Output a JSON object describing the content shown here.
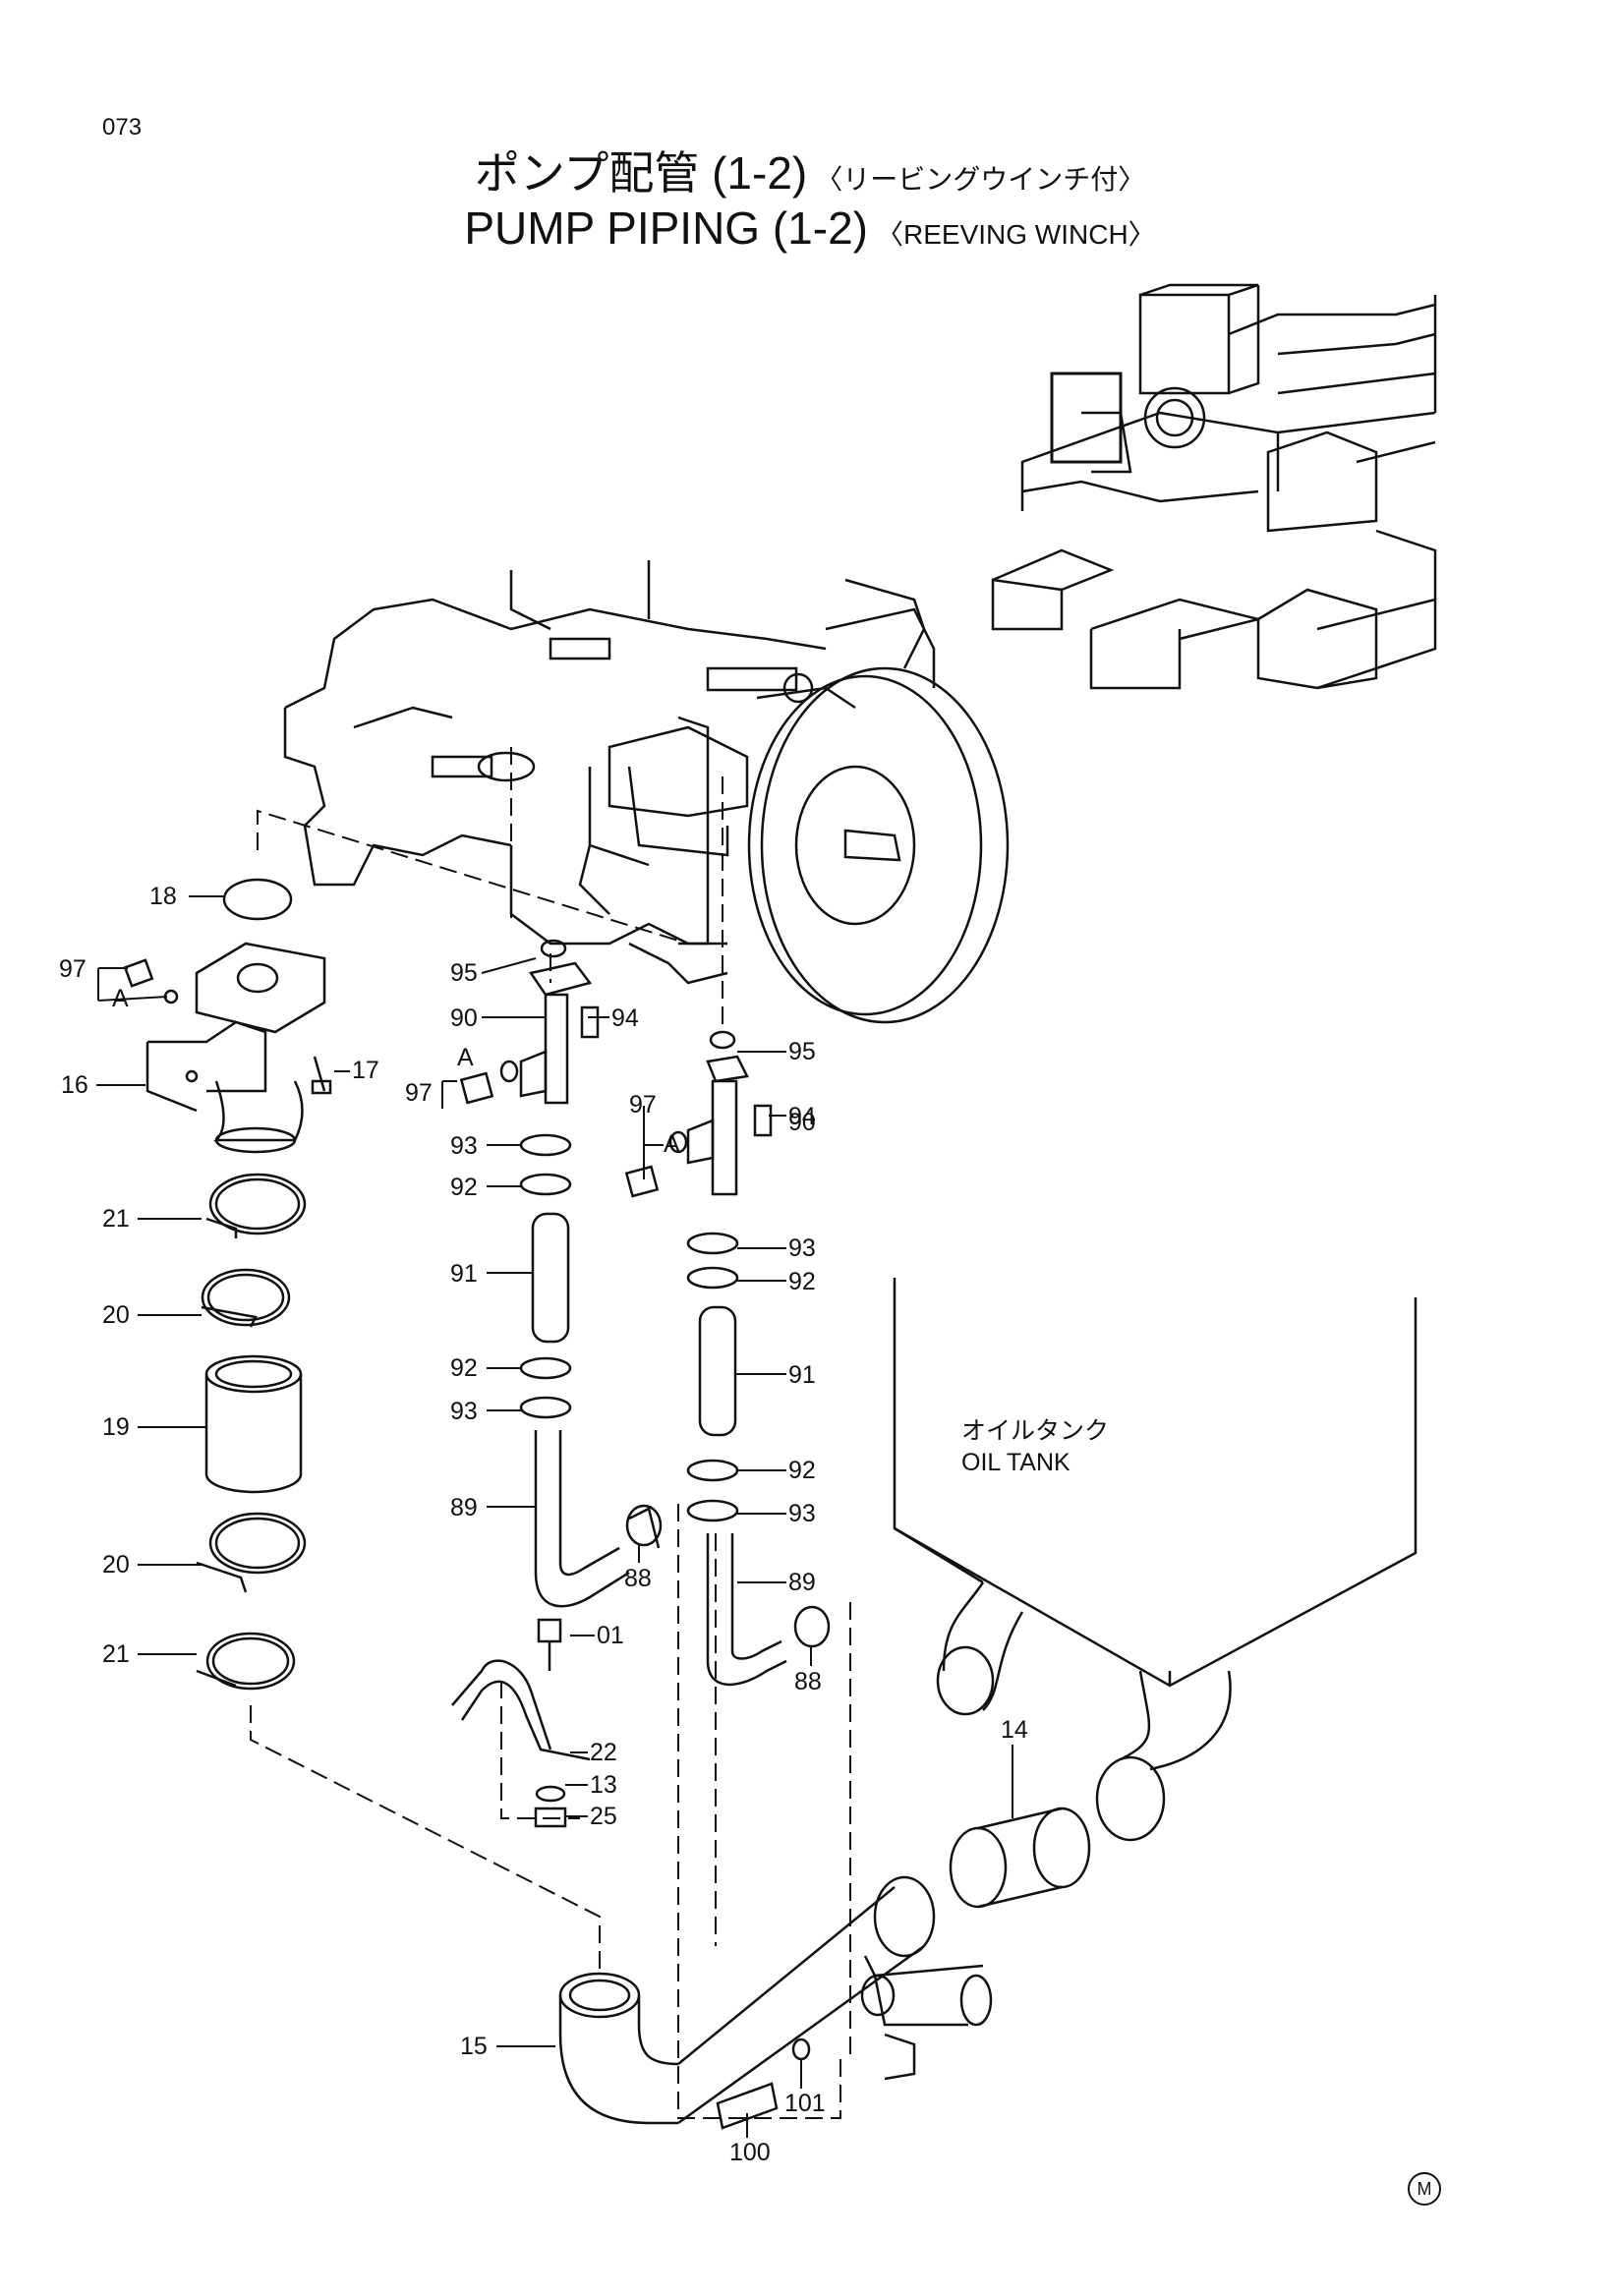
{
  "page_number": "073",
  "title": {
    "jp_main": "ポンプ配管 (1-2)",
    "jp_sub": "〈リービングウインチ付〉",
    "en_main": "PUMP PIPING (1-2)",
    "en_sub": "〈REEVING WINCH〉"
  },
  "oil_tank": {
    "jp": "オイルタンク",
    "en": "OIL TANK"
  },
  "corner_mark": "M",
  "callouts": [
    "18",
    "97",
    "A",
    "16",
    "17",
    "21",
    "20",
    "19",
    "20",
    "21",
    "95",
    "90",
    "94",
    "A",
    "97",
    "93",
    "92",
    "91",
    "92",
    "93",
    "89",
    "88",
    "95",
    "94",
    "97",
    "A",
    "90",
    "93",
    "92",
    "91",
    "92",
    "93",
    "89",
    "88",
    "01",
    "22",
    "13",
    "25",
    "14",
    "15",
    "100",
    "101"
  ]
}
